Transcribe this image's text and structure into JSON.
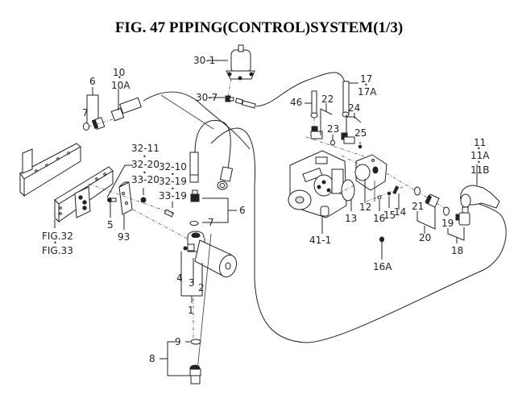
{
  "title": "FIG. 47  PIPING(CONTROL)SYSTEM(1/3)",
  "labels": {
    "p6_left": "6",
    "p7_left": "7",
    "p10": "10",
    "p10A": "10A",
    "p30_1": "30-1",
    "p30_7": "30-7",
    "p32_11": "32-11",
    "p32_20": "32-20",
    "p33_20": "33-20",
    "p32_10": "32-10",
    "p32_19": "32-19",
    "p33_19": "33-19",
    "p5": "5",
    "p93": "93",
    "fig32": "FIG.32",
    "fig33": "FIG.33",
    "p6_right": "6",
    "p7_right": "7",
    "p4": "4",
    "p3": "3",
    "p2": "2",
    "p1": "1",
    "p9": "9",
    "p8": "8",
    "p46": "46",
    "p22": "22",
    "p23": "23",
    "p17": "17",
    "p17A": "17A",
    "p24": "24",
    "p25": "25",
    "p41_1": "41-1",
    "p13": "13",
    "p12": "12",
    "p16": "16",
    "p15": "15",
    "p14": "14",
    "p16A": "16A",
    "p21": "21",
    "p20": "20",
    "p19": "19",
    "p18": "18",
    "p11": "11",
    "p11A": "11A",
    "p11B": "11B"
  },
  "components": [
    {
      "id": "mounting-bracket-plates",
      "refs": [
        "FIG.32",
        "FIG.33"
      ]
    },
    {
      "id": "plate-bracket",
      "refs": [
        "93",
        "32-11",
        "32-20",
        "33-20",
        "32-10",
        "32-19",
        "33-19",
        "5"
      ]
    },
    {
      "id": "adapter-and-oring-left",
      "refs": [
        "6",
        "7"
      ]
    },
    {
      "id": "hose-upper-left",
      "refs": [
        "10",
        "10A"
      ]
    },
    {
      "id": "solenoid-valve",
      "refs": [
        "30-1",
        "30-7"
      ]
    },
    {
      "id": "line-filter",
      "refs": [
        "1",
        "2",
        "3",
        "4"
      ]
    },
    {
      "id": "adapter-and-oring-filter",
      "refs": [
        "6",
        "7"
      ]
    },
    {
      "id": "elbow-and-oring-bottom",
      "refs": [
        "8",
        "9"
      ]
    },
    {
      "id": "hydraulic-pump",
      "refs": [
        "41-1"
      ]
    },
    {
      "id": "gear-pump-section",
      "refs": [
        "12",
        "13",
        "14",
        "15",
        "16",
        "16A"
      ]
    },
    {
      "id": "pump-fittings",
      "refs": [
        "22",
        "23",
        "24",
        "25",
        "46",
        "17",
        "17A"
      ]
    },
    {
      "id": "suction-fittings",
      "refs": [
        "20",
        "21",
        "18",
        "19"
      ]
    },
    {
      "id": "hose-right",
      "refs": [
        "11",
        "11A",
        "11B"
      ]
    }
  ]
}
